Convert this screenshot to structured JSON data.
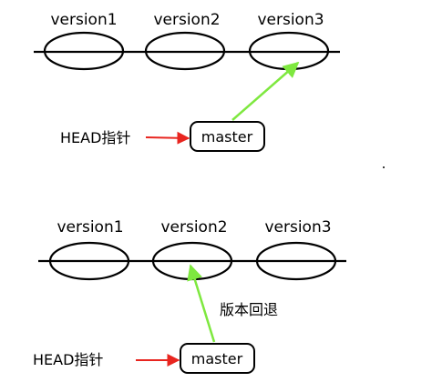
{
  "top_state": {
    "versions": [
      "version1",
      "version2",
      "version3"
    ],
    "branch_label": "master",
    "head_label": "HEAD指针"
  },
  "bottom_state": {
    "versions": [
      "version1",
      "version2",
      "version3"
    ],
    "branch_label": "master",
    "head_label": "HEAD指针",
    "action_label": "版本回退"
  },
  "colors": {
    "head_arrow": "#e8251f",
    "branch_arrow": "#7ee83f",
    "stroke": "#000000"
  }
}
